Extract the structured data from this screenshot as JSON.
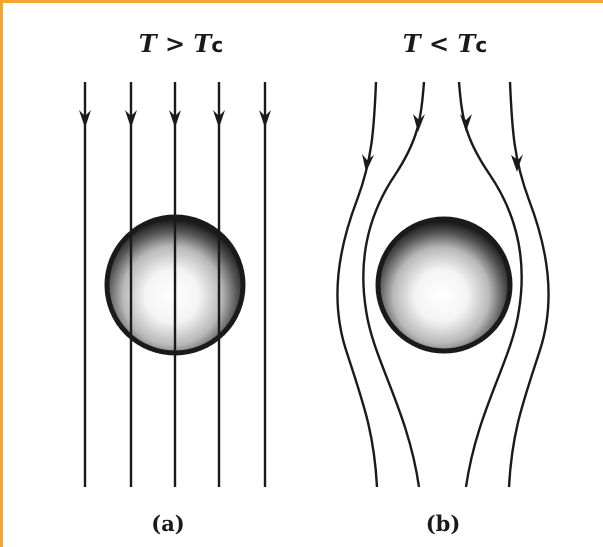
{
  "panel_a": {
    "heading": {
      "variable": "T",
      "relation": " > ",
      "critical_variable": "T",
      "critical_subscript": "c"
    },
    "caption": "(a)",
    "field_lines": 5,
    "description_state": "normal"
  },
  "panel_b": {
    "heading": {
      "variable": "T",
      "relation": " < ",
      "critical_variable": "T",
      "critical_subscript": "c"
    },
    "caption": "(b)",
    "field_lines": 4,
    "description_state": "superconducting"
  },
  "colors": {
    "border": "#f0a830",
    "line": "#1a1a1a",
    "sphere_dark": "#1a1a1a",
    "sphere_light": "#ffffff"
  },
  "icons": {
    "arrow": "arrowhead-down"
  }
}
